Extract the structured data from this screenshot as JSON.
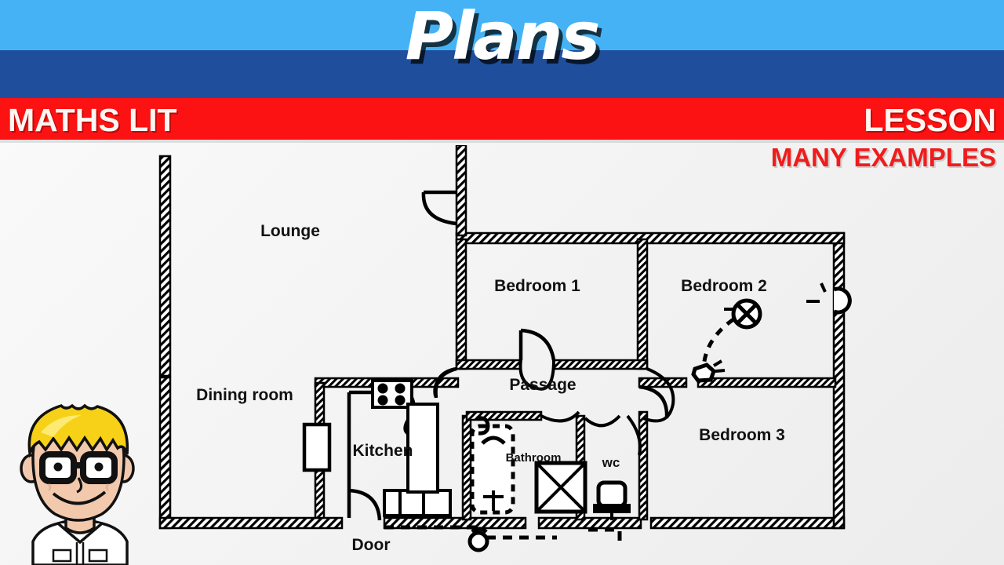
{
  "header": {
    "title": "Plans",
    "subject_label": "MATHS LIT",
    "lesson_label": "LESSON",
    "examples_label": "MANY EXAMPLES",
    "colors": {
      "light_blue": "#45b2f5",
      "dark_blue": "#1f4f9c",
      "red": "#fc1212",
      "title_text": "#ffffff",
      "examples_text": "#f01c1c"
    }
  },
  "floorplan": {
    "rooms": [
      {
        "name": "Lounge",
        "label": "Lounge"
      },
      {
        "name": "Dining room",
        "label": "Dining room"
      },
      {
        "name": "Kitchen",
        "label": "Kitchen"
      },
      {
        "name": "Bathroom",
        "label": "Bathroom"
      },
      {
        "name": "Passage",
        "label": "Passage"
      },
      {
        "name": "Bedroom 1",
        "label": "Bedroom 1"
      },
      {
        "name": "Bedroom 2",
        "label": "Bedroom 2"
      },
      {
        "name": "Bedroom 3",
        "label": "Bedroom 3"
      }
    ],
    "annotations": [
      {
        "name": "door",
        "label": "Door"
      },
      {
        "name": "wc",
        "label": "wc"
      }
    ],
    "symbols": [
      "ceiling-light-icon",
      "light-switch-icon",
      "wall-socket-icon",
      "stove-icon",
      "sink-icon",
      "bath-icon",
      "shower-icon",
      "toilet-icon",
      "door-swing-icon"
    ],
    "line_color": "#000000",
    "fill_color": "#ffffff"
  },
  "mascot": {
    "name": "cartoon-boy",
    "hair_color": "#f7d117",
    "skin_color": "#f2c9ad",
    "glasses_color": "#111111",
    "shirt_color": "#ffffff"
  }
}
